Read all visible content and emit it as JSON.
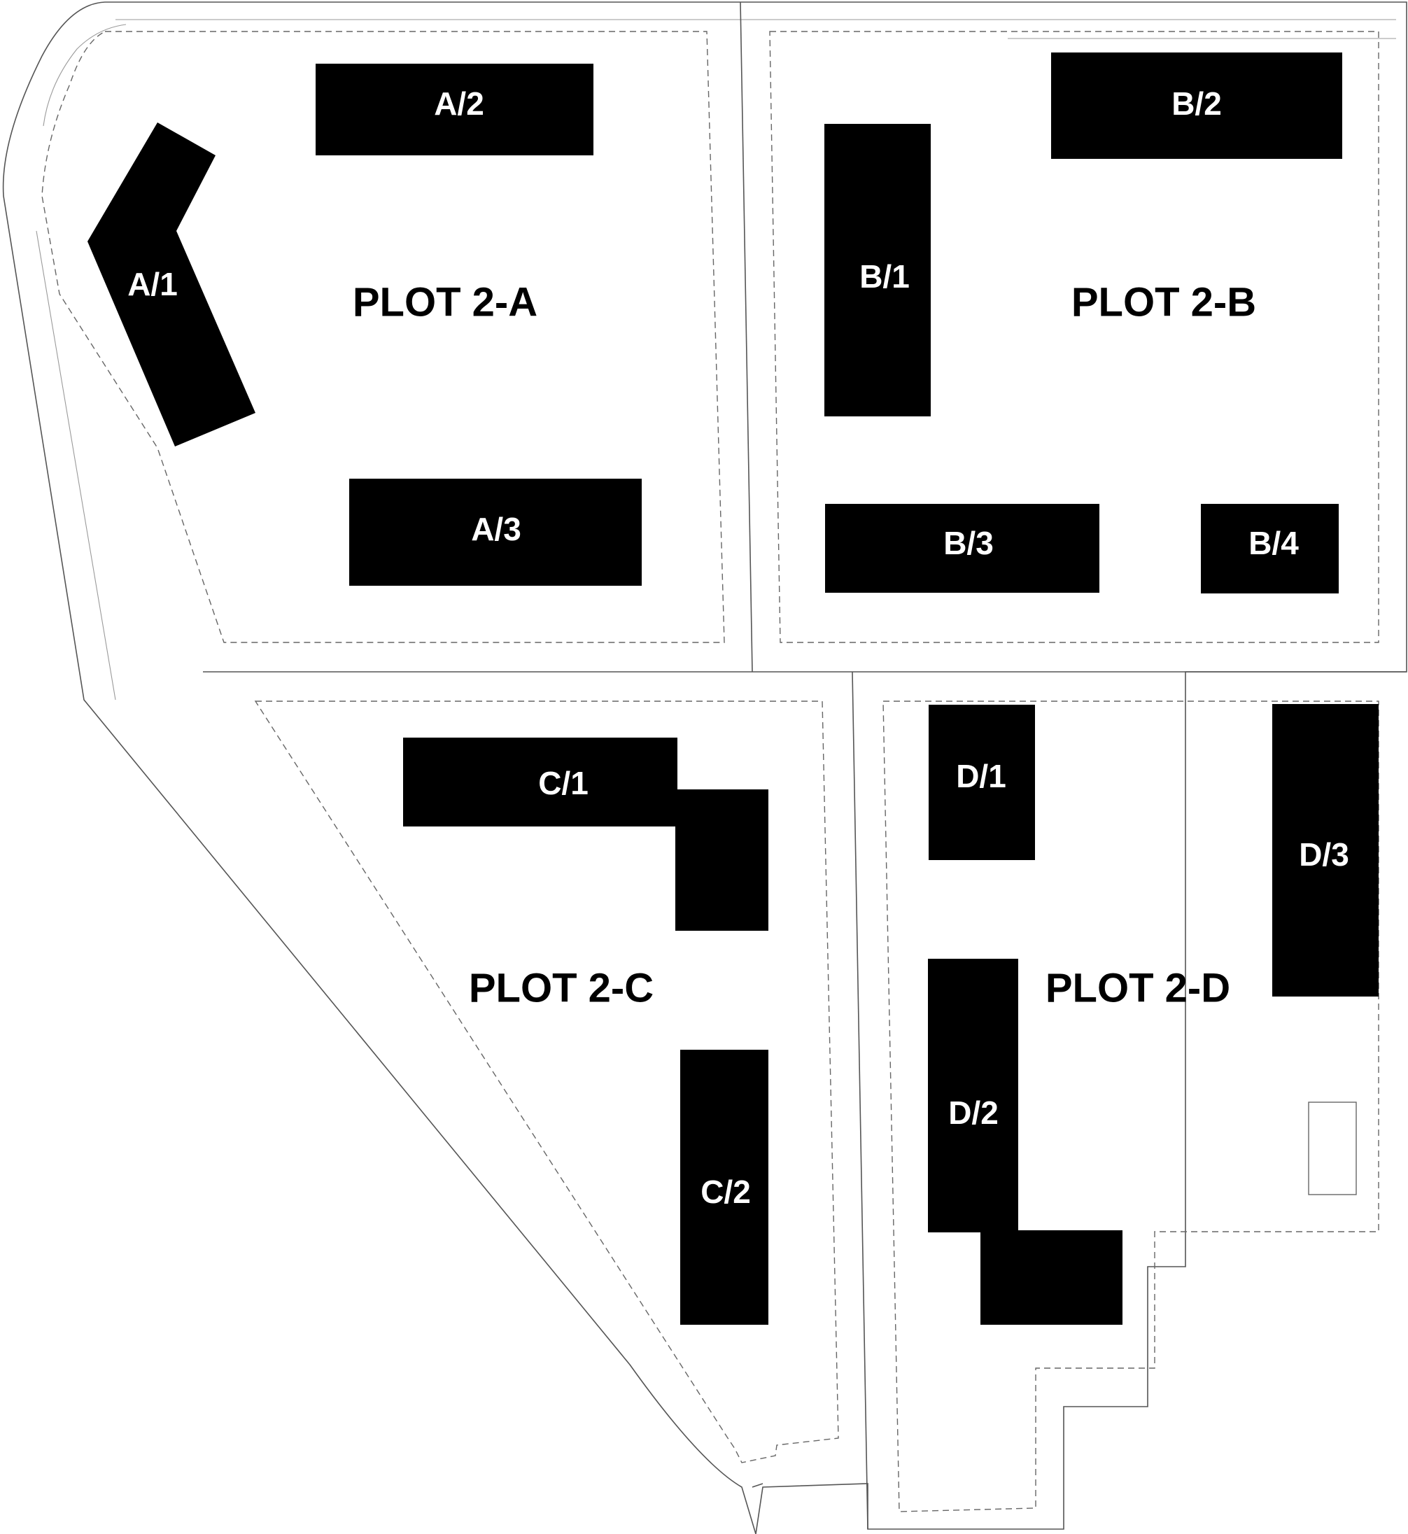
{
  "plots": [
    {
      "id": "2-A",
      "label": "PLOT 2-A"
    },
    {
      "id": "2-B",
      "label": "PLOT 2-B"
    },
    {
      "id": "2-C",
      "label": "PLOT 2-C"
    },
    {
      "id": "2-D",
      "label": "PLOT 2-D"
    }
  ],
  "buildings": [
    {
      "id": "a1",
      "label": "A/1"
    },
    {
      "id": "a2",
      "label": "A/2"
    },
    {
      "id": "a3",
      "label": "A/3"
    },
    {
      "id": "b1",
      "label": "B/1"
    },
    {
      "id": "b2",
      "label": "B/2"
    },
    {
      "id": "b3",
      "label": "B/3"
    },
    {
      "id": "b4",
      "label": "B/4"
    },
    {
      "id": "c1",
      "label": "C/1"
    },
    {
      "id": "c2",
      "label": "C/2"
    },
    {
      "id": "d1",
      "label": "D/1"
    },
    {
      "id": "d2",
      "label": "D/2"
    },
    {
      "id": "d3",
      "label": "D/3"
    }
  ]
}
